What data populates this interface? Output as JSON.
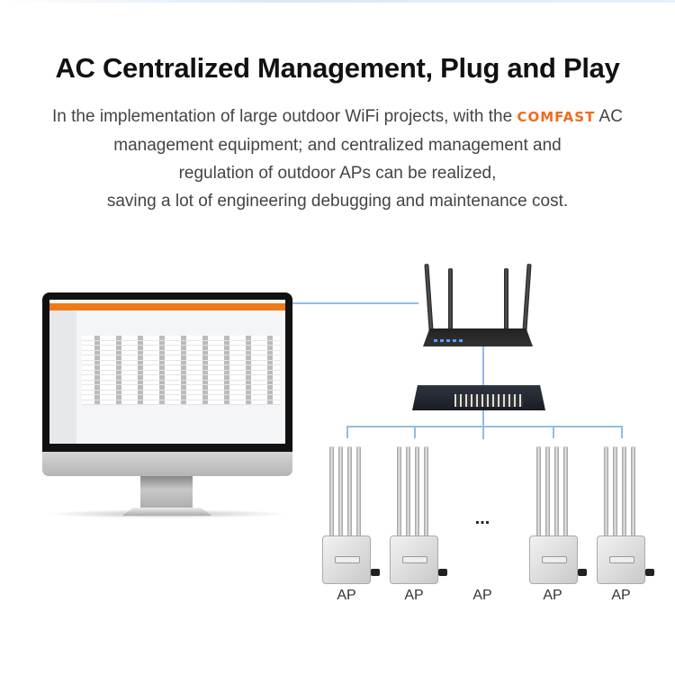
{
  "header": {
    "title": "AC Centralized Management, Plug and Play",
    "description_part1": "In the implementation of large outdoor WiFi projects, with the",
    "brand": "COMFAST",
    "description_part2": "AC management equipment; and centralized management and",
    "description_line3": "regulation of outdoor APs can be realized,",
    "description_line4": "saving a lot of engineering debugging and maintenance cost."
  },
  "diagram": {
    "nodes": [
      "monitor-ac-management",
      "router",
      "switch",
      "ap",
      "ap",
      "ap",
      "ap",
      "ap"
    ],
    "ap_labels": [
      "AP",
      "AP",
      "AP",
      "AP",
      "AP"
    ],
    "ellipsis": "...",
    "colors": {
      "accent": "#f26b1d",
      "line": "#8fbde6",
      "ui_header": "#f07a16"
    }
  }
}
